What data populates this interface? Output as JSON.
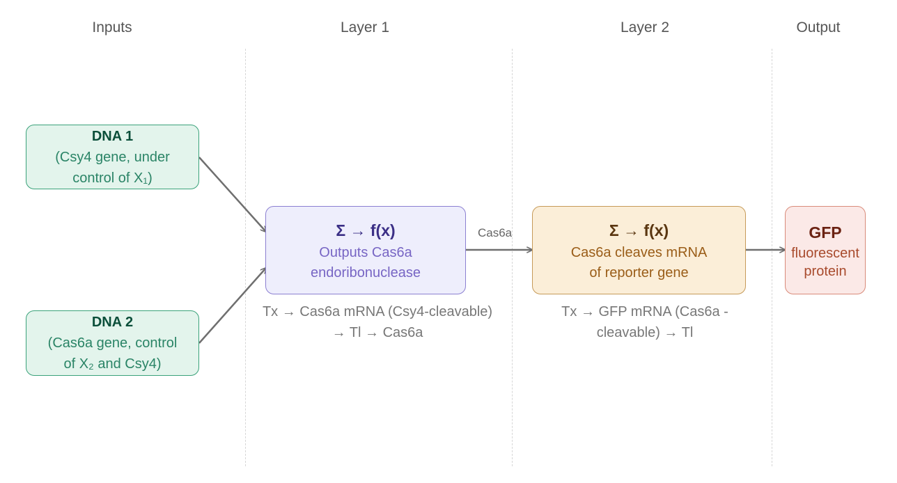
{
  "columns": {
    "inputs": "Inputs",
    "layer1": "Layer 1",
    "layer2": "Layer 2",
    "output": "Output"
  },
  "dna1": {
    "title": "DNA 1",
    "line1": "(Csy4 gene, under",
    "line2": "control of X₁)"
  },
  "dna2": {
    "title": "DNA 2",
    "line1": "(Cas6a gene, control",
    "line2": "of X₂ and Csy4)"
  },
  "layer1": {
    "function": "Σ → f(x)",
    "line1": "Outputs Cas6a",
    "line2": "endoribonuclease",
    "caption1": "Tx → Cas6a mRNA (Csy4-cleavable)",
    "caption2": "→ Tl → Cas6a"
  },
  "edge_label": "Cas6a",
  "layer2": {
    "function": "Σ → f(x)",
    "line1": "Cas6a cleaves mRNA",
    "line2": "of reporter gene",
    "caption1": "Tx → GFP mRNA (Cas6a -",
    "caption2": "cleavable) → Tl"
  },
  "output": {
    "title": "GFP",
    "line1": "fluorescent",
    "line2": "protein"
  },
  "colors": {
    "input_fill": "#e3f4ec",
    "layer1_fill": "#eeeefc",
    "layer2_fill": "#fbeed8",
    "output_fill": "#fbe9e7",
    "arrow": "#6f6f6f"
  }
}
